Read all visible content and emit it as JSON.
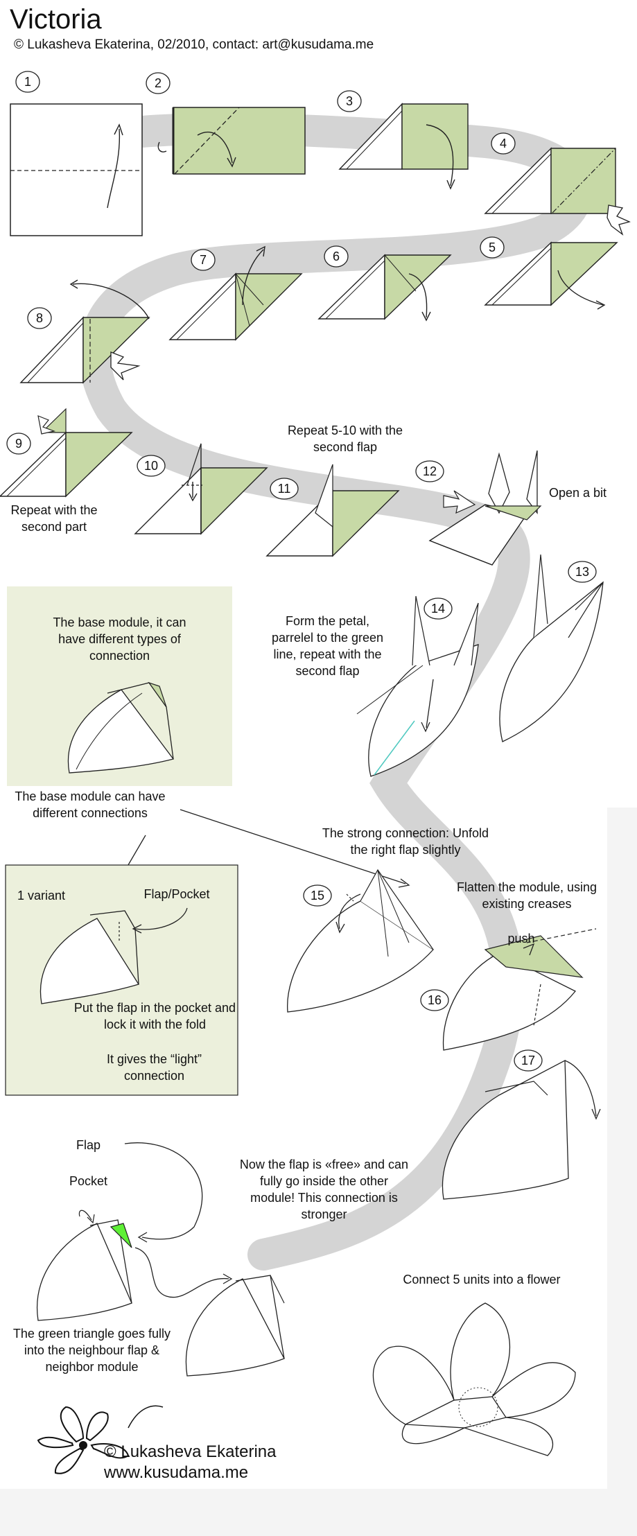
{
  "header": {
    "title": "Victoria",
    "copyright": "© Lukasheva Ekaterina, 02/2010, contact: art@kusudama.me"
  },
  "colors": {
    "paper_green": "#c7d9a6",
    "box_bg": "#ecf0dc",
    "path_gray": "#d4d4d4",
    "highlight_green": "#5ef036",
    "crease_cyan": "#4fc9c0"
  },
  "steps": [
    "1",
    "2",
    "3",
    "4",
    "5",
    "6",
    "7",
    "8",
    "9",
    "10",
    "11",
    "12",
    "13",
    "14",
    "15",
    "16",
    "17"
  ],
  "labels": {
    "repeat_second_part": "Repeat with the second part",
    "repeat_5_10": "Repeat 5-10 with the second flap",
    "open_a_bit": "Open a bit",
    "form_petal": "Form the petal, parrelel to the green line, repeat with the second flap",
    "base_module_box": "The base module, it can have different types of connection",
    "base_module_connections": "The base module can have different connections",
    "variant_1": "1 variant",
    "flap_pocket": "Flap/Pocket",
    "put_flap": "Put the flap in the pocket and lock it with the fold",
    "light_connection": "It gives the “light” connection",
    "strong_connection": "The strong connection: Unfold the right flap slightly",
    "flatten_module": "Flatten the module, using existing creases",
    "push": "push",
    "flap": "Flap",
    "pocket": "Pocket",
    "flap_free": "Now the flap is «free» and can fully go inside the other module! This connection is stronger",
    "green_triangle": "The green triangle goes fully into the neighbour flap & neighbor module",
    "connect_5": "Connect 5 units into a flower"
  },
  "footer": {
    "author": "© Lukasheva Ekaterina",
    "website": "www.kusudama.me"
  },
  "icons": [
    "flower-logo-icon",
    "fold-arrow-icon",
    "push-arrow-icon"
  ]
}
